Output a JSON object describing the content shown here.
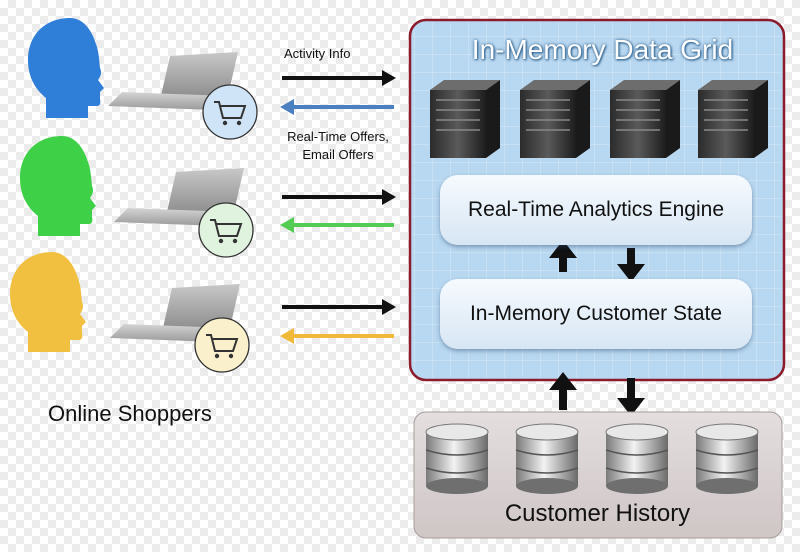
{
  "labels": {
    "activity_info": "Activity Info",
    "offers_line1": "Real-Time Offers,",
    "offers_line2": "Email Offers",
    "online_shoppers": "Online Shoppers",
    "grid_title": "In-Memory Data Grid",
    "analytics_engine": "Real-Time Analytics Engine",
    "customer_state": "In-Memory Customer State",
    "customer_history": "Customer History"
  },
  "shoppers": [
    {
      "head_color": "#2f7fd8",
      "return_arrow_color": "#4a7fc0",
      "icon": "shopping-cart-icon"
    },
    {
      "head_color": "#3ed047",
      "return_arrow_color": "#52cc52",
      "icon": "shopping-cart-icon"
    },
    {
      "head_color": "#f2c040",
      "return_arrow_color": "#f0b93a",
      "icon": "shopping-cart-icon"
    }
  ],
  "colors": {
    "grid_fill": "#b8d7f0",
    "grid_border": "#8b1a2b",
    "history_fill": "#ddd6d6",
    "arrow_dark": "#111111"
  },
  "icons": [
    "person-head-icon",
    "laptop-icon",
    "shopping-cart-icon",
    "server-icon",
    "database-icon",
    "arrow-icon"
  ]
}
